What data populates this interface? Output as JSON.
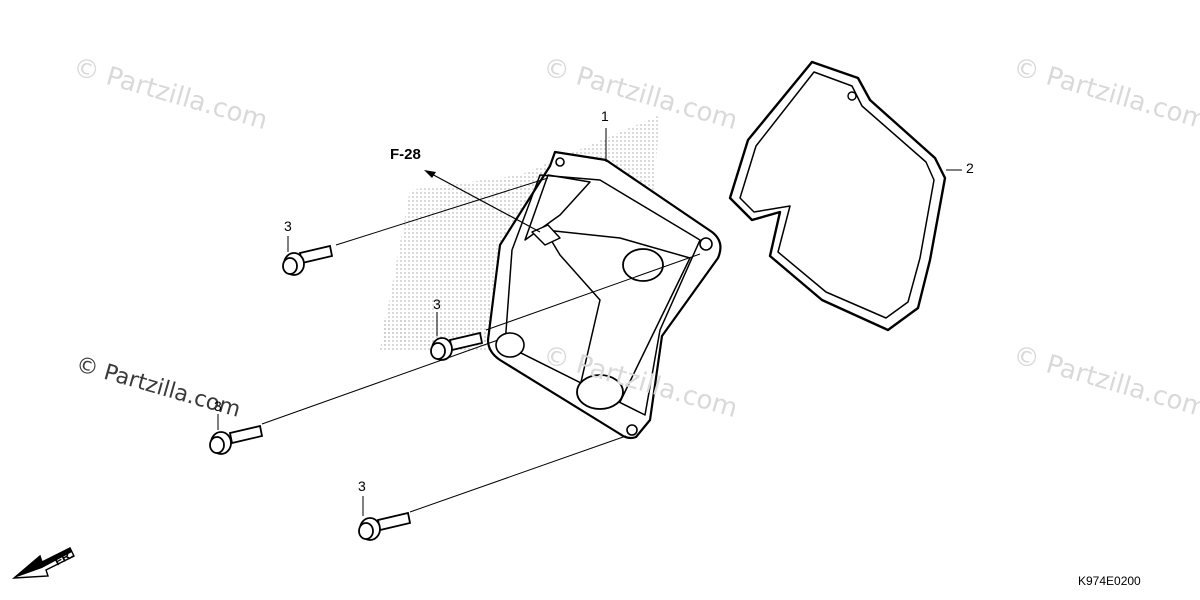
{
  "watermarks": [
    {
      "text": "© Partzilla.com"
    },
    {
      "text": "© Partzilla.com"
    },
    {
      "text": "© Partzilla.com"
    },
    {
      "text": "© Partzilla.com"
    },
    {
      "text": "© Partzilla.com"
    },
    {
      "text": "© Partzilla.com"
    }
  ],
  "callouts": {
    "part_1": "1",
    "part_2": "2",
    "bolt_a": "3",
    "bolt_b": "3",
    "bolt_c": "3",
    "bolt_d": "3"
  },
  "reference": "F-28",
  "direction": "FR.",
  "diagram_code": "K974E0200",
  "colors": {
    "line": "#000000",
    "watermark": "#d9d9d9",
    "logo_dots": "#9a9a9a"
  }
}
